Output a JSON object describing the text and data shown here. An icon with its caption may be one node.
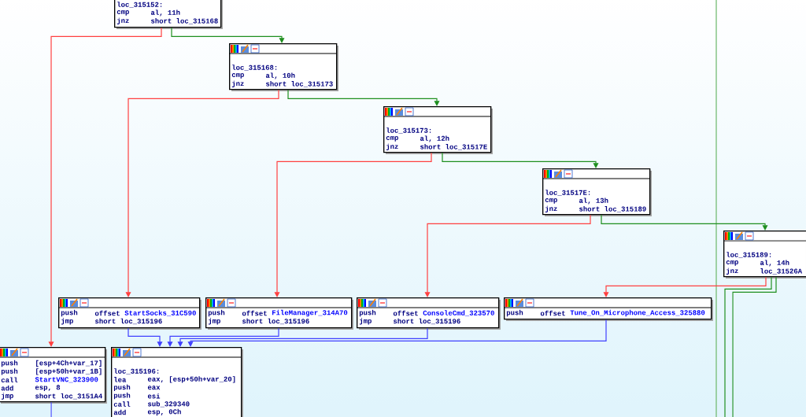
{
  "diagram": {
    "nodes": [
      {
        "text": [
          "loc_315152:",
          "cmp",
          "al, 11h",
          "jnz",
          "short loc_315168"
        ]
      },
      {
        "text": [
          "loc_315168:",
          "cmp",
          "al, 10h",
          "jnz",
          "short loc_315173"
        ]
      },
      {
        "text": [
          "loc_315173:",
          "cmp",
          "al, 12h",
          "jnz",
          "short loc_31517E"
        ]
      },
      {
        "text": [
          "loc_31517E:",
          "cmp",
          "al, 13h",
          "jnz",
          "short loc_315189"
        ]
      },
      {
        "text": [
          "loc_315189:",
          "cmp",
          "al, 14h",
          "jnz",
          "loc_31526A"
        ]
      },
      {
        "text": [
          "push",
          "offset",
          "StartSocks_31C590",
          "jmp",
          "short loc_315196"
        ]
      },
      {
        "text": [
          "push",
          "offset",
          "FileManager_314A70",
          "jmp",
          "short loc_315196"
        ]
      },
      {
        "text": [
          "push",
          "offset",
          "ConsoleCmd_323570",
          "jmp",
          "short loc_315196"
        ]
      },
      {
        "text": [
          "push",
          "offset",
          "Tune_On_Microphone_Access_325880"
        ]
      },
      {
        "text": [
          "push",
          "[esp+4Ch+var_17]",
          "push",
          "[esp+50h+var_1B]",
          "call",
          "StartVNC_323900",
          "add",
          "esp, 8",
          "jmp",
          "short loc_3151A4"
        ]
      },
      {
        "text": [
          "loc_315196:",
          "lea",
          "eax, [esp+50h+var_20]",
          "push",
          "eax",
          "push",
          "esi",
          "call",
          "sub_329340",
          "add",
          "esp, 0Ch"
        ]
      }
    ],
    "edges": [
      {
        "from": 0,
        "to": 1,
        "arrow": "to",
        "color": "#1f8f1f"
      },
      {
        "from": 0,
        "to": 9,
        "arrow": "to",
        "color": "#ff4040"
      },
      {
        "from": 1,
        "to": 2,
        "arrow": "to",
        "color": "#1f8f1f"
      },
      {
        "from": 1,
        "to": 5,
        "arrow": "to",
        "color": "#ff4040"
      },
      {
        "from": 2,
        "to": 3,
        "arrow": "to",
        "color": "#1f8f1f"
      },
      {
        "from": 2,
        "to": 6,
        "arrow": "to",
        "color": "#ff4040"
      },
      {
        "from": 3,
        "to": 4,
        "arrow": "to",
        "color": "#1f8f1f"
      },
      {
        "from": 3,
        "to": 7,
        "arrow": "to",
        "color": "#ff4040"
      },
      {
        "from": 4,
        "to": 8,
        "arrow": "to",
        "color": "#ff4040"
      },
      {
        "from": 5,
        "to": 10,
        "arrow": "to",
        "color": "#4040ff"
      },
      {
        "from": 6,
        "to": 10,
        "arrow": "to",
        "color": "#4040ff"
      },
      {
        "from": 7,
        "to": 10,
        "arrow": "to",
        "color": "#4040ff"
      },
      {
        "from": 8,
        "to": 10,
        "arrow": "to",
        "color": "#4040ff"
      },
      {
        "from": 9,
        "to": null,
        "arrow": "none",
        "color": "#4040ff"
      },
      {
        "from": 4,
        "to": null,
        "arrow": "none",
        "color": "#1f8f1f"
      },
      {
        "from": 4,
        "to": null,
        "arrow": "none",
        "color": "#1f8f1f"
      }
    ]
  }
}
